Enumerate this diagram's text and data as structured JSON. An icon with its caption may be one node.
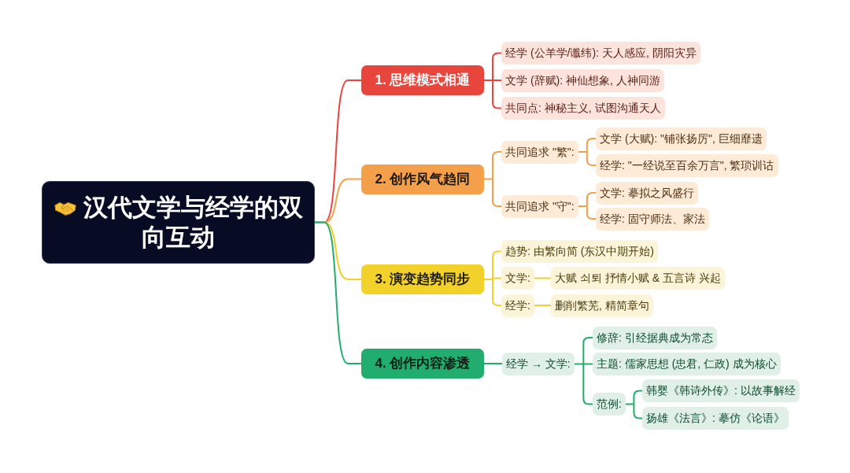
{
  "diagram": {
    "nodes": [
      {
        "text": [
          "汉代文学与经学的双向互动"
        ]
      },
      {
        "text": [
          "1. 思维模式相通"
        ]
      },
      {
        "text": [
          "经学 (公羊学/谶纬): 天人感应, 阴阳灾异"
        ]
      },
      {
        "text": [
          "文学 (辞赋): 神仙想象, 人神同游"
        ]
      },
      {
        "text": [
          "共同点: 神秘主义, 试图沟通天人"
        ]
      },
      {
        "text": [
          "2. 创作风气趋同"
        ]
      },
      {
        "text": [
          "共同追求 \"繁\":"
        ]
      },
      {
        "text": [
          "文学 (大赋): \"铺张扬厉\", 巨细靡遗"
        ]
      },
      {
        "text": [
          "经学: \"一经说至百余万言\", 繁琐训诂"
        ]
      },
      {
        "text": [
          "共同追求 \"守\":"
        ]
      },
      {
        "text": [
          "文学: 摹拟之风盛行"
        ]
      },
      {
        "text": [
          "经学: 固守师法、家法"
        ]
      },
      {
        "text": [
          "3. 演变趋势同步"
        ]
      },
      {
        "text": [
          "趋势: 由繁向简 (东汉中期开始)"
        ]
      },
      {
        "text": [
          "文学:"
        ]
      },
      {
        "text": [
          "大赋 쇠퇴 抒情小赋 & 五言诗 兴起"
        ]
      },
      {
        "text": [
          "经学:"
        ]
      },
      {
        "text": [
          "删削繁芜, 精简章句"
        ]
      },
      {
        "text": [
          "4. 创作内容渗透"
        ]
      },
      {
        "text": [
          "经学 → 文学:"
        ]
      },
      {
        "text": [
          "修辞: 引经据典成为常态"
        ]
      },
      {
        "text": [
          "主题: 儒家思想 (忠君, 仁政) 成为核心"
        ]
      },
      {
        "text": [
          "范例:"
        ]
      },
      {
        "text": [
          "韩婴《韩诗外传》: 以故事解经"
        ]
      },
      {
        "text": [
          "扬雄《法言》: 摹仿《论语》"
        ]
      }
    ],
    "edges": [
      {
        "from": 0,
        "to": 1,
        "arrow": "none",
        "color": "#e8453c"
      },
      {
        "from": 0,
        "to": 5,
        "arrow": "none",
        "color": "#f4a04a"
      },
      {
        "from": 0,
        "to": 12,
        "arrow": "none",
        "color": "#f2cf2a"
      },
      {
        "from": 0,
        "to": 18,
        "arrow": "none",
        "color": "#21ad6d"
      },
      {
        "from": 1,
        "to": 2,
        "arrow": "none",
        "color": "#e8453c"
      },
      {
        "from": 1,
        "to": 3,
        "arrow": "none",
        "color": "#e8453c"
      },
      {
        "from": 1,
        "to": 4,
        "arrow": "none",
        "color": "#e8453c"
      },
      {
        "from": 5,
        "to": 6,
        "arrow": "none",
        "color": "#f4a04a"
      },
      {
        "from": 5,
        "to": 9,
        "arrow": "none",
        "color": "#f4a04a"
      },
      {
        "from": 6,
        "to": 7,
        "arrow": "none",
        "color": "#f4a04a"
      },
      {
        "from": 6,
        "to": 8,
        "arrow": "none",
        "color": "#f4a04a"
      },
      {
        "from": 9,
        "to": 10,
        "arrow": "none",
        "color": "#f4a04a"
      },
      {
        "from": 9,
        "to": 11,
        "arrow": "none",
        "color": "#f4a04a"
      },
      {
        "from": 12,
        "to": 13,
        "arrow": "none",
        "color": "#f2cf2a"
      },
      {
        "from": 12,
        "to": 14,
        "arrow": "none",
        "color": "#f2cf2a"
      },
      {
        "from": 12,
        "to": 16,
        "arrow": "none",
        "color": "#f2cf2a"
      },
      {
        "from": 14,
        "to": 15,
        "arrow": "none",
        "color": "#f2cf2a"
      },
      {
        "from": 16,
        "to": 17,
        "arrow": "none",
        "color": "#f2cf2a"
      },
      {
        "from": 18,
        "to": 19,
        "arrow": "none",
        "color": "#21ad6d"
      },
      {
        "from": 19,
        "to": 20,
        "arrow": "none",
        "color": "#21ad6d"
      },
      {
        "from": 19,
        "to": 21,
        "arrow": "none",
        "color": "#21ad6d"
      },
      {
        "from": 19,
        "to": 22,
        "arrow": "none",
        "color": "#21ad6d"
      },
      {
        "from": 22,
        "to": 23,
        "arrow": "none",
        "color": "#21ad6d"
      },
      {
        "from": 22,
        "to": 24,
        "arrow": "none",
        "color": "#21ad6d"
      }
    ]
  }
}
